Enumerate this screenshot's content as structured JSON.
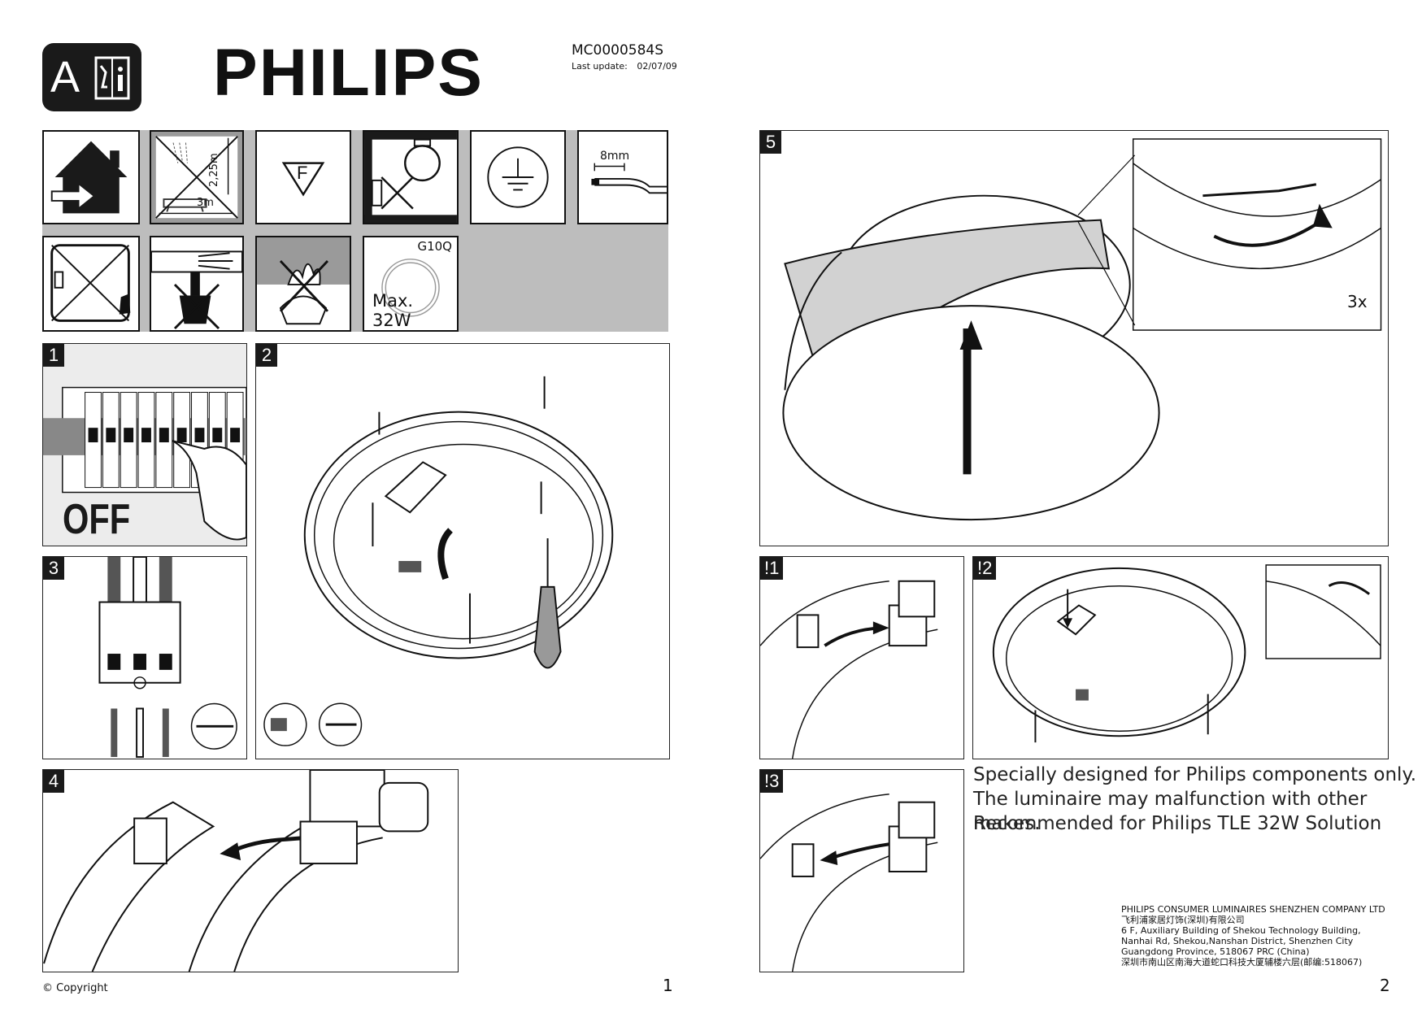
{
  "header": {
    "badge_letter": "A",
    "brand": "PHILIPS",
    "model": "MC0000584S",
    "last_update_label": "Last update:",
    "last_update_value": "02/07/09"
  },
  "symbols": {
    "bath_distance_1": "2,25m",
    "bath_distance_2": "3m",
    "f_mark": "F",
    "strip_length": "8mm",
    "lamp_base": "G10Q",
    "max_power": "Max. 32W"
  },
  "steps": {
    "s1": "1",
    "s2": "2",
    "s3": "3",
    "s4": "4",
    "s5": "5",
    "w1": "!1",
    "w2": "!2",
    "w3": "!3",
    "off_label": "OFF",
    "clip_count": "3x"
  },
  "notes": {
    "line1": "Specially designed for Philips components only.",
    "line2": "The luminaire may malfunction with other makes.",
    "line3": "Recommended for Philips TLE 32W Solution"
  },
  "company": {
    "name": "PHILIPS CONSUMER LUMINAIRES SHENZHEN COMPANY LTD",
    "name_cn": "飞利浦家居灯饰(深圳)有限公司",
    "addr1": "6 F, Auxiliary Building of Shekou Technology Building,",
    "addr2": "Nanhai Rd, Shekou,Nanshan District, Shenzhen City",
    "addr3": "Guangdong Province, 518067 PRC (China)",
    "addr_cn": "深圳市南山区南海大道蛇口科技大厦辅楼六层(邮编:518067)"
  },
  "footer": {
    "copyright": "© Copyright",
    "page_left": "1",
    "page_right": "2"
  }
}
